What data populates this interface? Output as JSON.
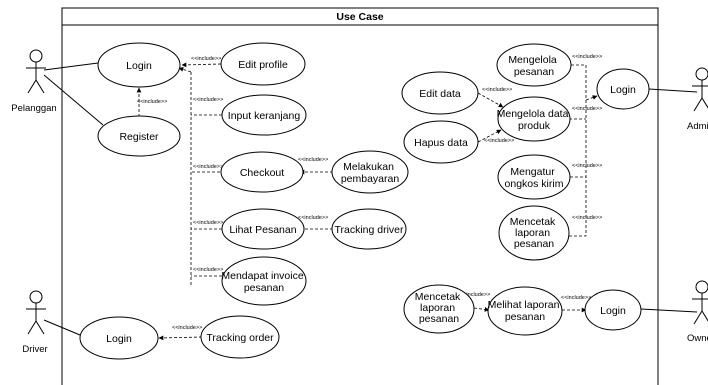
{
  "system": {
    "title": "Use Case"
  },
  "actors": {
    "pelanggan": "Pelanggan",
    "admin": "Admin",
    "driver": "Driver",
    "owner": "Owner"
  },
  "use_cases": {
    "login_pelanggan": [
      "Login"
    ],
    "register": [
      "Register"
    ],
    "edit_profile": [
      "Edit profile"
    ],
    "input_keranjang": [
      "Input keranjang"
    ],
    "checkout": [
      "Checkout"
    ],
    "melakukan_pembayaran": [
      "Melakukan",
      "pembayaran"
    ],
    "lihat_pesanan": [
      "Lihat Pesanan"
    ],
    "tracking_driver": [
      "Tracking driver"
    ],
    "mendapat_invoice": [
      "Mendapat invoice",
      "pesanan"
    ],
    "login_driver": [
      "Login"
    ],
    "tracking_order": [
      "Tracking order"
    ],
    "edit_data": [
      "Edit data"
    ],
    "hapus_data": [
      "Hapus data"
    ],
    "mengelola_pesanan": [
      "Mengelola",
      "pesanan"
    ],
    "mengelola_data_produk": [
      "Mengelola data",
      "produk"
    ],
    "mengatur_ongkos": [
      "Mengatur",
      "ongkos kirim"
    ],
    "mencetak_laporan_admin": [
      "Mencetak",
      "laporan",
      "pesanan"
    ],
    "login_admin": [
      "Login"
    ],
    "mencetak_laporan_owner": [
      "Mencetak",
      "laporan",
      "pesanan"
    ],
    "melihat_laporan": [
      "Melihat laporan",
      "pesanan"
    ],
    "login_owner": [
      "Login"
    ]
  },
  "relation_label": "<<include>>"
}
